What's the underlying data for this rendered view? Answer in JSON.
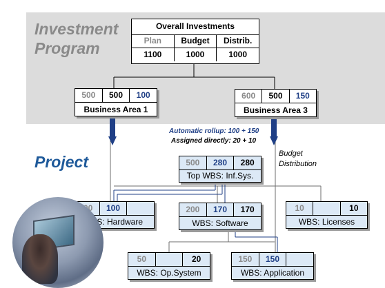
{
  "headings": {
    "program_line1": "Investment",
    "program_line2": "Program",
    "project": "Project"
  },
  "overall": {
    "title": "Overall Investments",
    "headers": [
      "Plan",
      "Budget",
      "Distrib."
    ],
    "values": [
      "1100",
      "1000",
      "1000"
    ]
  },
  "business_areas": [
    {
      "name": "Business Area 1",
      "values": [
        "500",
        "500",
        "100"
      ]
    },
    {
      "name": "Business Area 3",
      "values": [
        "600",
        "500",
        "150"
      ]
    }
  ],
  "rollup": {
    "line1": "Automatic rollup: 100 + 150",
    "line2": "Assigned directly: 20 + 10"
  },
  "budget_distribution": {
    "line1": "Budget",
    "line2": "Distribution"
  },
  "wbs": {
    "top": {
      "name": "Top WBS: Inf.Sys.",
      "values": [
        "500",
        "280",
        "280"
      ]
    },
    "hardware": {
      "name": "WBS: Hardware",
      "values": [
        "100",
        "100",
        ""
      ]
    },
    "software": {
      "name": "WBS: Software",
      "values": [
        "200",
        "170",
        "170"
      ]
    },
    "licenses": {
      "name": "WBS: Licenses",
      "values": [
        "10",
        "",
        "10"
      ]
    },
    "opsystem": {
      "name": "WBS: Op.System",
      "values": [
        "50",
        "",
        "20"
      ]
    },
    "application": {
      "name": "WBS: Application",
      "values": [
        "150",
        "150",
        ""
      ]
    }
  },
  "colors": {
    "band": "#dcdcdc",
    "wbs_fill": "#dce9f6",
    "heading": "#8a8a8a",
    "project_heading": "#1f5a9a",
    "arrow": "#1f3f86",
    "navy_value": "#1f3f86"
  }
}
